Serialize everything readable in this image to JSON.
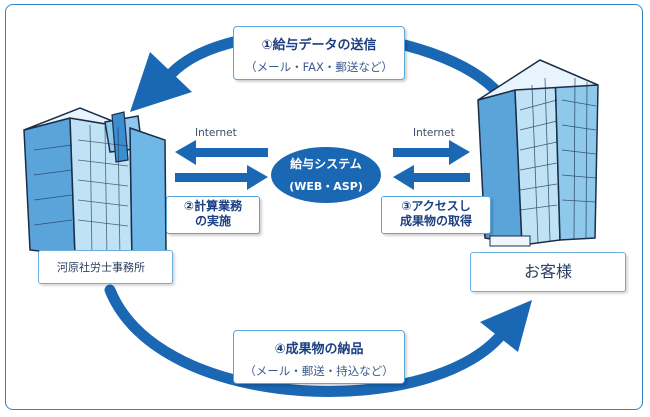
{
  "steps": {
    "send": {
      "title": "①給与データの送信",
      "detail": "（メール・FAX・郵送など）"
    },
    "calc": {
      "line1": "②計算業務",
      "line2": "の実施"
    },
    "access": {
      "line1": "③アクセスし",
      "line2": "成果物の取得"
    },
    "deliver": {
      "title": "④成果物の納品",
      "detail": "（メール・郵送・持込など）"
    }
  },
  "system": {
    "name": "給与システム",
    "mode": "(WEB・ASP)"
  },
  "internet_left": "Internet",
  "internet_right": "Internet",
  "office_name": "河原社労士事務所",
  "customer_name": "お客様",
  "colors": {
    "accent": "#1a67b4",
    "frame": "#2f87c8",
    "building_light": "#bfe2f5",
    "building_dark": "#5aa4d9"
  }
}
